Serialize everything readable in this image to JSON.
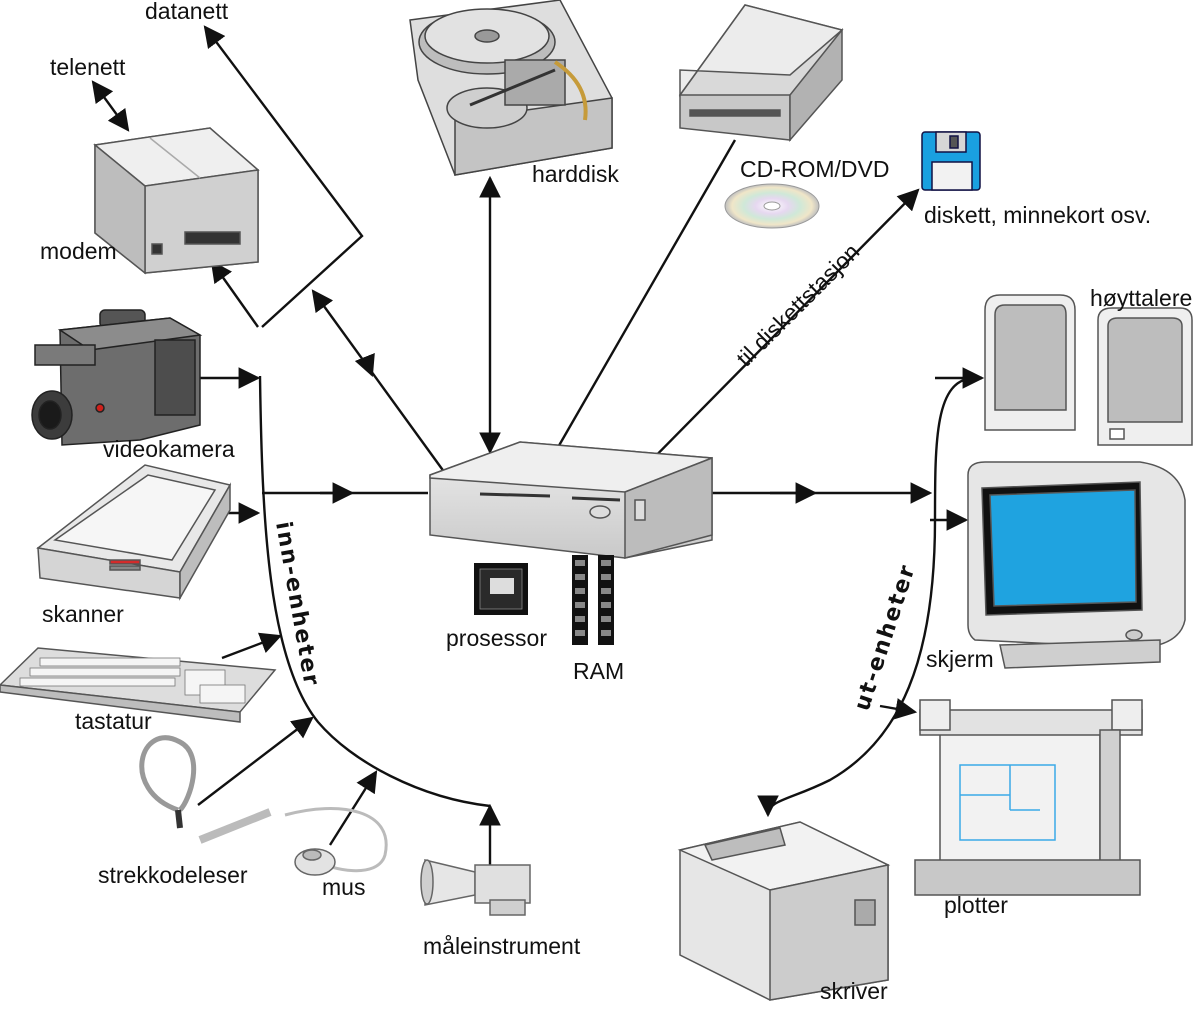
{
  "labels": {
    "datanett": "datanett",
    "telenett": "telenett",
    "modem": "modem",
    "harddisk": "harddisk",
    "cdrom": "CD-ROM/DVD",
    "diskett": "diskett, minnekort osv.",
    "diskettstasjon": "til diskettstasjon",
    "hoyttalere": "høyttalere",
    "videokamera": "videokamera",
    "skanner": "skanner",
    "tastatur": "tastatur",
    "strekkodeleser": "strekkodeleser",
    "mus": "mus",
    "maleinstrument": "måleinstrument",
    "prosessor": "prosessor",
    "ram": "RAM",
    "skjerm": "skjerm",
    "plotter": "plotter",
    "skriver": "skriver",
    "inn_enheter": "inn-enheter",
    "ut_enheter": "ut-enheter"
  },
  "icons": [
    "modem-icon",
    "harddisk-icon",
    "cdrom-drive-icon",
    "cd-disc-icon",
    "diskett-icon",
    "speaker-icon",
    "videokamera-icon",
    "skanner-icon",
    "tastatur-icon",
    "strekkodeleser-icon",
    "mus-icon",
    "maleinstrument-icon",
    "computer-icon",
    "prosessor-icon",
    "ram-icon",
    "skjerm-icon",
    "plotter-icon",
    "skriver-icon"
  ],
  "colors": {
    "line": "#111111",
    "device_gray": "#d8d8d8",
    "device_dark": "#8a8a8a",
    "screen_blue": "#1fa3e0",
    "floppy_blue": "#1aa0e0",
    "plot_blue": "#3aa9e8"
  }
}
